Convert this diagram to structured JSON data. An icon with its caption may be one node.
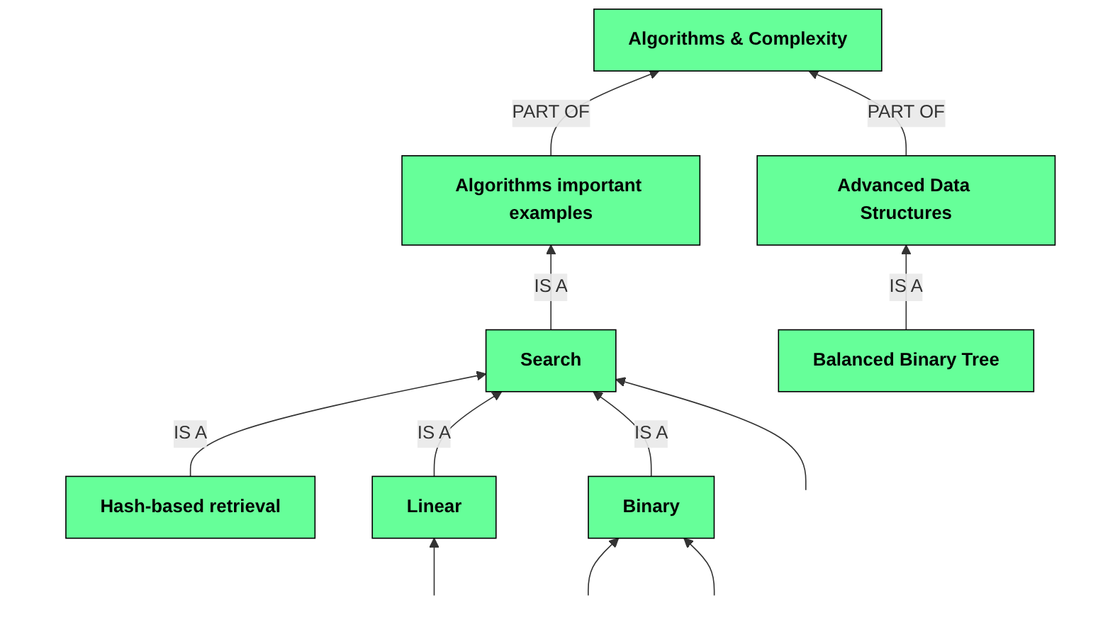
{
  "diagram": {
    "nodes": [
      {
        "text": [
          "Algorithms important examples"
        ]
      },
      {
        "text": [
          "Algorithms & Complexity"
        ]
      },
      {
        "text": [
          "Search"
        ]
      },
      {
        "text": [
          "Advanced Data Structures"
        ]
      },
      {
        "text": [
          "Hash-based retrieval"
        ]
      },
      {
        "text": [
          "Linear"
        ]
      },
      {
        "text": [
          "Binary"
        ]
      },
      {
        "text": [
          "Balanced Binary Tree"
        ]
      }
    ],
    "edges": [
      {
        "from": 0,
        "to": 1,
        "arrow": "to",
        "label": "PART OF"
      },
      {
        "from": 2,
        "to": 0,
        "arrow": "to",
        "label": "IS A"
      },
      {
        "from": 3,
        "to": 1,
        "arrow": "to",
        "label": "PART OF"
      },
      {
        "from": 4,
        "to": 2,
        "arrow": "to",
        "label": "IS A"
      },
      {
        "from": 5,
        "to": 2,
        "arrow": "to",
        "label": "IS A"
      },
      {
        "from": 6,
        "to": 2,
        "arrow": "to",
        "label": "IS A"
      },
      {
        "from": 7,
        "to": 3,
        "arrow": "to",
        "label": "IS A"
      },
      {
        "from": null,
        "to": 2,
        "arrow": "to"
      },
      {
        "from": null,
        "to": 5,
        "arrow": "to"
      },
      {
        "from": null,
        "to": 6,
        "arrow": "to"
      },
      {
        "from": null,
        "to": 6,
        "arrow": "to"
      }
    ]
  }
}
